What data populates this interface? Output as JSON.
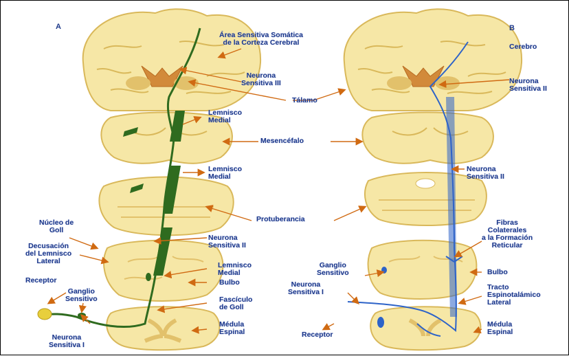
{
  "panels": {
    "a": "A",
    "b": "B"
  },
  "labels": {
    "area_sensitiva": "Área Sensitiva Somática\nde la Corteza Cerebral",
    "neurona_iii": "Neurona\nSensitiva III",
    "talamo": "Tálamo",
    "lemnisco_medial_1": "Lemnisco\nMedial",
    "mesencefalo": "Mesencéfalo",
    "lemnisco_medial_2": "Lemnisco\nMedial",
    "protuberancia": "Protuberancia",
    "nucleo_goll": "Núcleo de\nGoll",
    "neurona_ii_a": "Neurona\nSensitiva II",
    "decusacion": "Decusación\ndel Lemnisco\nLateral",
    "lemnisco_medial_3": "Lemnisco\nMedial",
    "bulbo_a": "Bulbo",
    "receptor_a": "Receptor",
    "ganglio_a": "Ganglio\nSensitivo",
    "fasciculo_goll": "Fascículo\nde Goll",
    "medula_a": "Médula\nEspinal",
    "neurona_i_a": "Neurona\nSensitiva I",
    "cerebro": "Cerebro",
    "neurona_ii_b_top": "Neurona\nSensitiva II",
    "neurona_ii_b": "Neurona\nSensitiva II",
    "fibras": "Fibras\nColaterales\na la Formación\nReticular",
    "ganglio_b": "Ganglio\nSensitivo",
    "bulbo_b": "Bulbo",
    "neurona_i_b": "Neurona\nSensitiva I",
    "tracto": "Tracto\nEspinotalámico\nLateral",
    "receptor_b": "Receptor",
    "medula_b": "Médula\nEspinal"
  },
  "colors": {
    "tissue": "#f6e7a6",
    "tissue_edge": "#d9b85a",
    "gray_matter": "#e2c16b",
    "pathway_a": "#2f6b1f",
    "pathway_b": "#2d63c8",
    "arrow": "#d06a12",
    "label": "#1f3a8a"
  }
}
